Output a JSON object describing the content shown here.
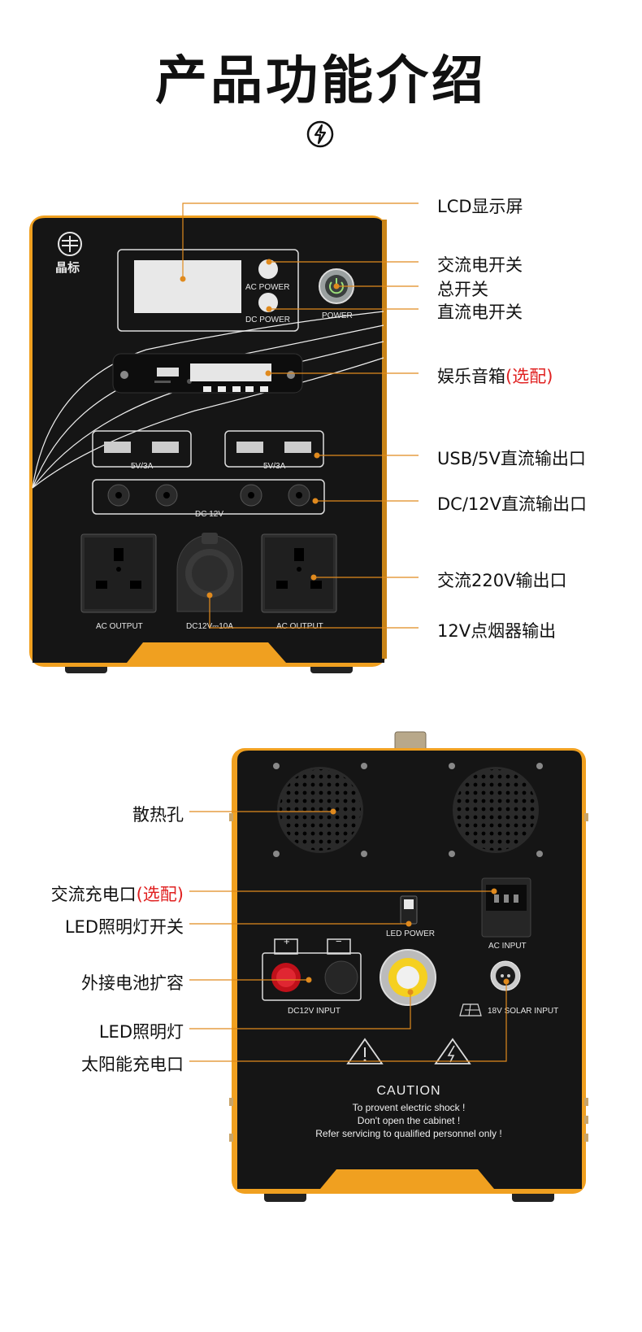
{
  "page": {
    "title": "产品功能介绍",
    "icon": "lightning-bolt-icon"
  },
  "colors": {
    "accent": "#f0a020",
    "device_body": "#141414",
    "option_red": "#e02020",
    "callout_line": "#e08a1e"
  },
  "front": {
    "brand": "晶标",
    "panel_labels": {
      "ac_power": "AC POWER",
      "dc_power": "DC POWER",
      "power": "POWER",
      "usb_left": "5V/3A",
      "usb_right": "5V/3A",
      "dc12v": "DC 12V",
      "ac_output_left": "AC OUTPUT",
      "cigarette": "DC12V⎓10A",
      "ac_output_right": "AC OUTPUT"
    },
    "callouts": [
      {
        "text": "LCD显示屏",
        "option": ""
      },
      {
        "text": "交流电开关",
        "option": ""
      },
      {
        "text": "总开关",
        "option": ""
      },
      {
        "text": "直流电开关",
        "option": ""
      },
      {
        "text": "娱乐音箱",
        "option": "(选配)"
      },
      {
        "text": "USB/5V直流输出口",
        "option": ""
      },
      {
        "text": "DC/12V直流输出口",
        "option": ""
      },
      {
        "text": "交流220V输出口",
        "option": ""
      },
      {
        "text": "12V点烟器输出",
        "option": ""
      }
    ]
  },
  "back": {
    "panel_labels": {
      "led_power": "LED POWER",
      "ac_input": "AC INPUT",
      "dc12v_input": "DC12V INPUT",
      "solar_input": "18V SOLAR INPUT",
      "plus": "+",
      "minus": "−"
    },
    "caution": {
      "title": "CAUTION",
      "line1": "To provent electric shock !",
      "line2": "Don't open the cabinet !",
      "line3": "Refer servicing to qualified personnel only !"
    },
    "callouts": [
      {
        "text": "散热孔",
        "option": ""
      },
      {
        "text": "交流充电口",
        "option": "(选配)"
      },
      {
        "text": "LED照明灯开关",
        "option": ""
      },
      {
        "text": "外接电池扩容",
        "option": ""
      },
      {
        "text": "LED照明灯",
        "option": ""
      },
      {
        "text": "太阳能充电口",
        "option": ""
      }
    ]
  }
}
